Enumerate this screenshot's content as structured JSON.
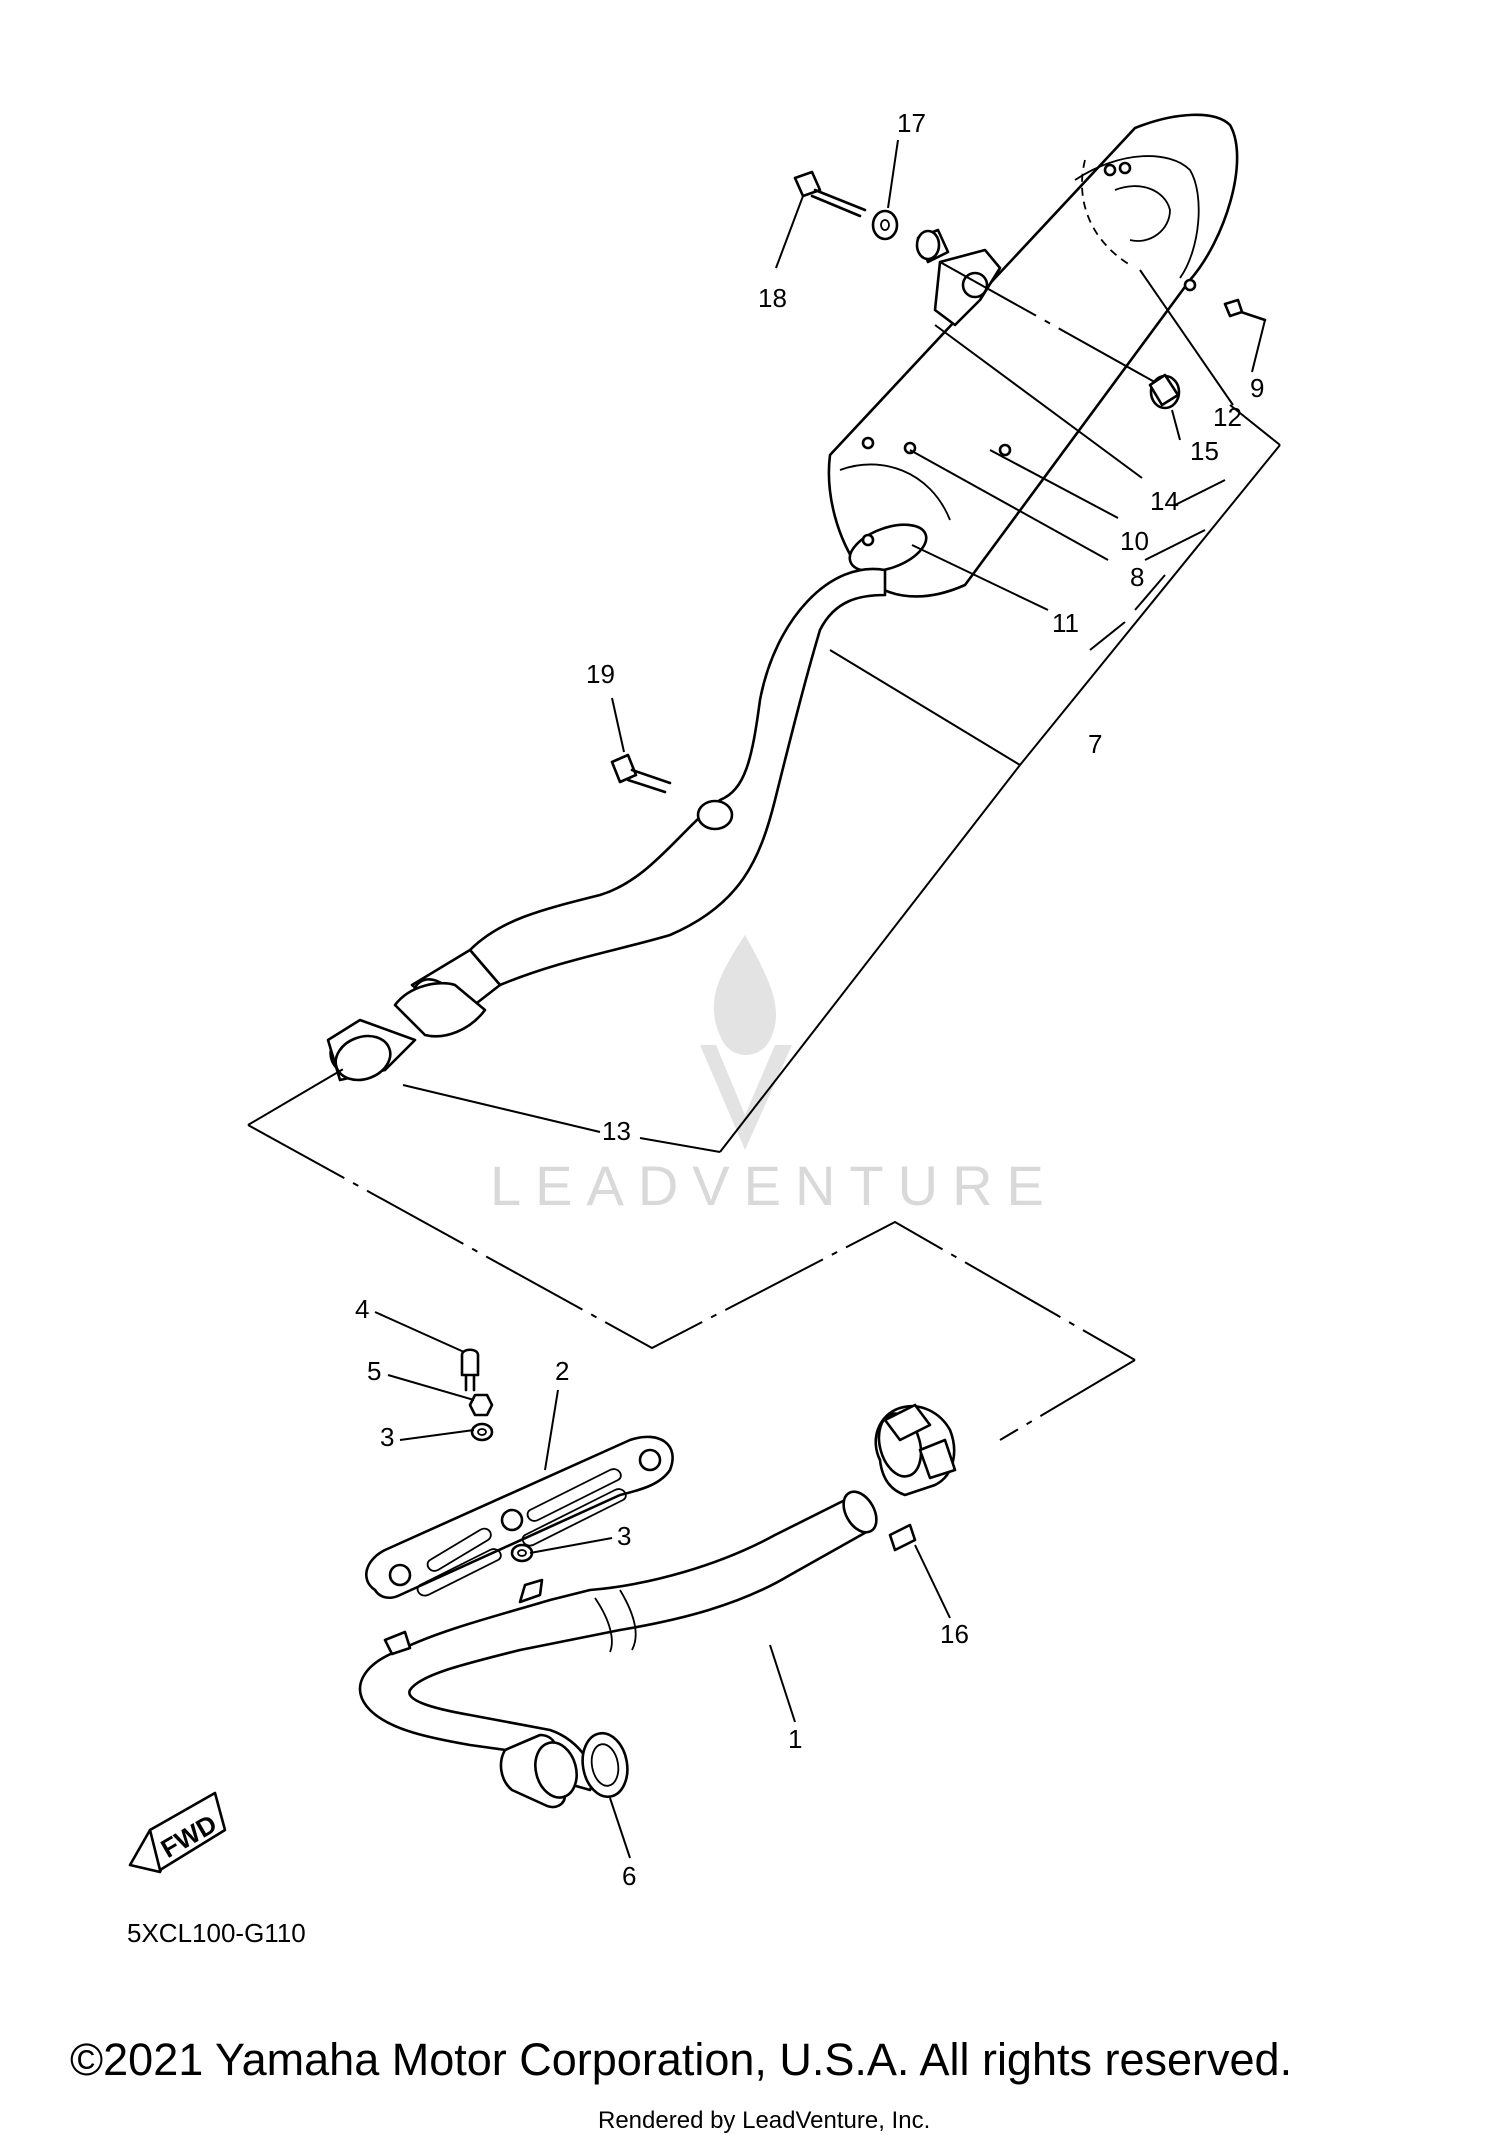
{
  "diagram": {
    "code": "5XCL100-G110",
    "watermark": "LEADVENTURE",
    "fwd_label": "FWD",
    "copyright": "©2021 Yamaha Motor Corporation, U.S.A. All rights reserved.",
    "rendered_by": "Rendered by LeadVenture, Inc.",
    "callouts": {
      "c1": "1",
      "c2": "2",
      "c3a": "3",
      "c3b": "3",
      "c4": "4",
      "c5": "5",
      "c6": "6",
      "c7": "7",
      "c8": "8",
      "c9": "9",
      "c10": "10",
      "c11": "11",
      "c12": "12",
      "c13": "13",
      "c14": "14",
      "c15": "15",
      "c16": "16",
      "c17": "17",
      "c18": "18",
      "c19": "19"
    }
  }
}
